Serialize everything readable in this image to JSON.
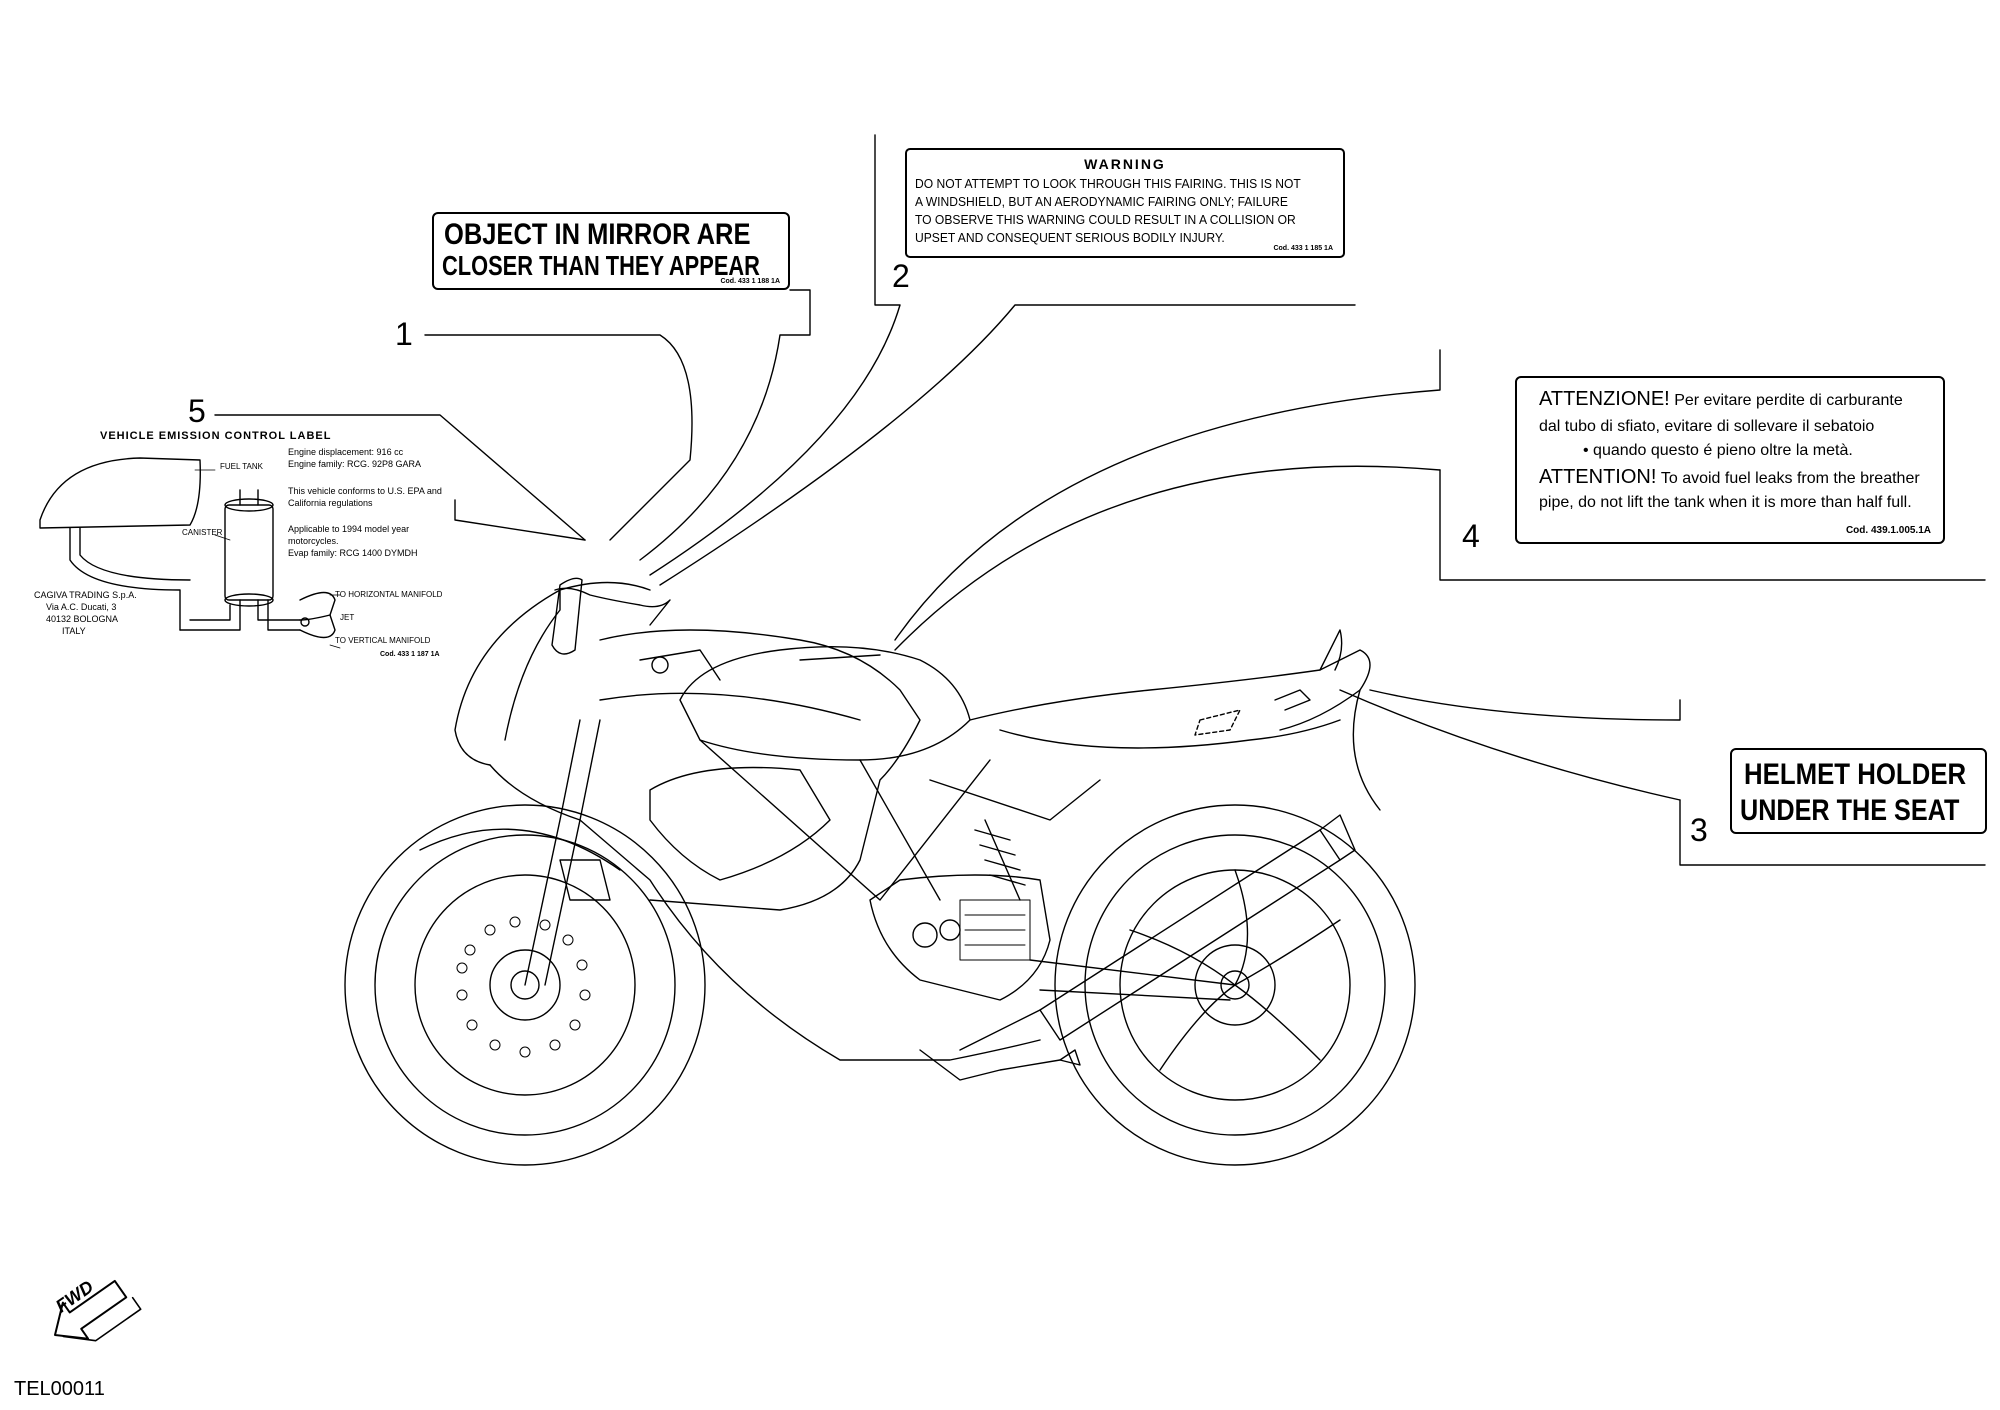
{
  "callouts": [
    "1",
    "2",
    "3",
    "4",
    "5"
  ],
  "mirror_label": {
    "line1": "OBJECT IN MIRROR ARE",
    "line2": "CLOSER THAN THEY APPEAR",
    "code": "Cod. 433 1 188 1A"
  },
  "warning_label": {
    "title": "WARNING",
    "lines": [
      "DO NOT ATTEMPT TO LOOK THROUGH THIS FAIRING. THIS IS NOT",
      "A WINDSHIELD, BUT AN AERODYNAMIC FAIRING ONLY; FAILURE",
      "TO OBSERVE THIS WARNING COULD RESULT IN A COLLISION OR",
      "UPSET AND CONSEQUENT SERIOUS BODILY INJURY."
    ],
    "code": "Cod. 433 1 185 1A"
  },
  "fuel_label": {
    "it_head": "ATTENZIONE!",
    "it_line1": "Per evitare perdite di carburante",
    "it_line2": "dal tubo di sfiato, evitare di sollevare il sebatoio",
    "it_line3": "• quando questo é pieno oltre la metà.",
    "en_head": "ATTENTION!",
    "en_line1": "To avoid fuel leaks from the breather",
    "en_line2": "pipe, do not lift the tank when it is more than half full.",
    "code": "Cod. 439.1.005.1A"
  },
  "helmet_label": {
    "line1": "HELMET HOLDER",
    "line2": "UNDER THE SEAT"
  },
  "emission_label": {
    "title": "VEHICLE EMISSION CONTROL LABEL",
    "fuel_tank": "FUEL TANK",
    "canister": "CANISTER",
    "specs": [
      "Engine displacement: 916 cc",
      "Engine family: RCG. 92P8 GARA",
      "",
      "This vehicle conforms to U.S. EPA and",
      "California regulations",
      "",
      "Applicable to 1994 model year",
      "motorcycles.",
      "Evap family: RCG 1400 DYMDH"
    ],
    "horizontal": "TO HORIZONTAL MANIFOLD",
    "jet": "JET",
    "vertical": "TO VERTICAL MANIFOLD",
    "maker": [
      "CAGIVA TRADING S.p.A.",
      "Via A.C. Ducati, 3",
      "40132 BOLOGNA",
      "ITALY"
    ],
    "code": "Cod. 433 1 187 1A"
  },
  "fwd_arrow": "FWD",
  "figure_id": "TEL00011"
}
